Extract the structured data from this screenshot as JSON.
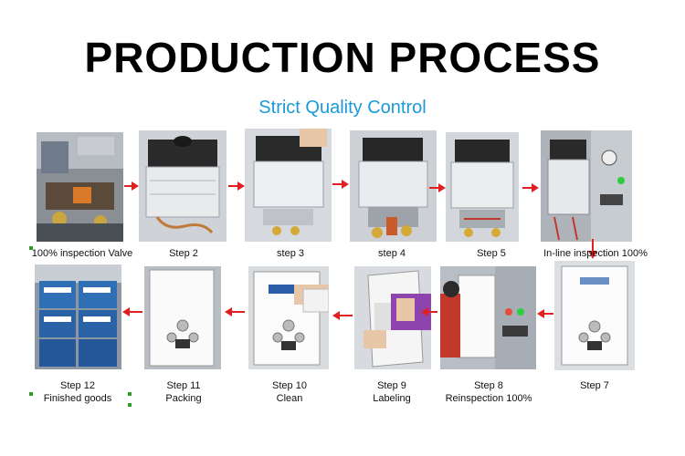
{
  "title": "PRODUCTION PROCESS",
  "subtitle": "Strict Quality Control",
  "colors": {
    "title": "#000000",
    "subtitle": "#1a9ad6",
    "arrow": "#e02020"
  },
  "steps": [
    {
      "label": "100% inspection Valve"
    },
    {
      "label": "Step 2"
    },
    {
      "label": "step 3"
    },
    {
      "label": "step 4"
    },
    {
      "label": "Step 5"
    },
    {
      "label": "In-line inspection 100%"
    },
    {
      "label": "Step 7"
    },
    {
      "line1": "Step 8",
      "line2": "Reinspection 100%"
    },
    {
      "line1": "Step 9",
      "line2": "Labeling"
    },
    {
      "line1": "Step 10",
      "line2": "Clean"
    },
    {
      "line1": "Step 11",
      "line2": "Packing"
    },
    {
      "line1": "Step 12",
      "line2": "Finished goods"
    }
  ]
}
